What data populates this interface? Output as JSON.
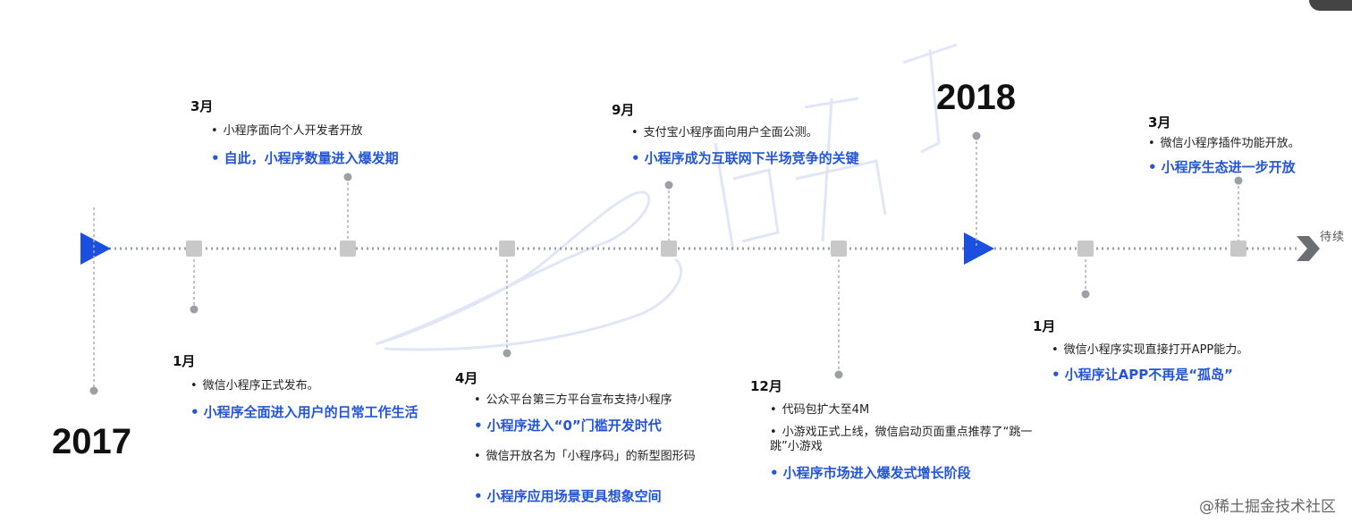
{
  "years": {
    "y2017": "2017",
    "y2018": "2018"
  },
  "pending_label": "待续",
  "brand_watermark": "@稀土掘金技术社区",
  "colors": {
    "accent": "#1a4fe0",
    "highlight_text": "#2355d6",
    "node": "#c8c8c8",
    "dot": "#9aa0a6"
  },
  "events": [
    {
      "id": "2017-01",
      "month": "1月",
      "items": [
        "微信小程序正式发布。"
      ],
      "highlights": [
        "小程序全面进入用户的日常工作生活"
      ]
    },
    {
      "id": "2017-03",
      "month": "3月",
      "items": [
        "小程序面向个人开发者开放"
      ],
      "highlights": [
        "自此，小程序数量进入爆发期"
      ]
    },
    {
      "id": "2017-04",
      "month": "4月",
      "items": [
        "公众平台第三方平台宣布支持小程序"
      ],
      "highlights": [
        "小程序进入“0”门槛开发时代"
      ],
      "items2": [
        "微信开放名为「小程序码」的新型图形码"
      ],
      "highlights2": [
        "小程序应用场景更具想象空间"
      ]
    },
    {
      "id": "2017-09",
      "month": "9月",
      "items": [
        "支付宝小程序面向用户全面公测。"
      ],
      "highlights": [
        "小程序成为互联网下半场竞争的关键"
      ]
    },
    {
      "id": "2017-12",
      "month": "12月",
      "items": [
        "代码包扩大至4M",
        "小游戏正式上线，微信启动页面重点推荐了“跳一跳”小游戏"
      ],
      "highlights": [
        "小程序市场进入爆发式增长阶段"
      ]
    },
    {
      "id": "2018-01",
      "month": "1月",
      "items": [
        "微信小程序实现直接打开APP能力。"
      ],
      "highlights": [
        "小程序让APP不再是“孤岛”"
      ]
    },
    {
      "id": "2018-03",
      "month": "3月",
      "items": [
        "微信小程序插件功能开放。"
      ],
      "highlights": [
        "小程序生态进一步开放"
      ]
    }
  ]
}
